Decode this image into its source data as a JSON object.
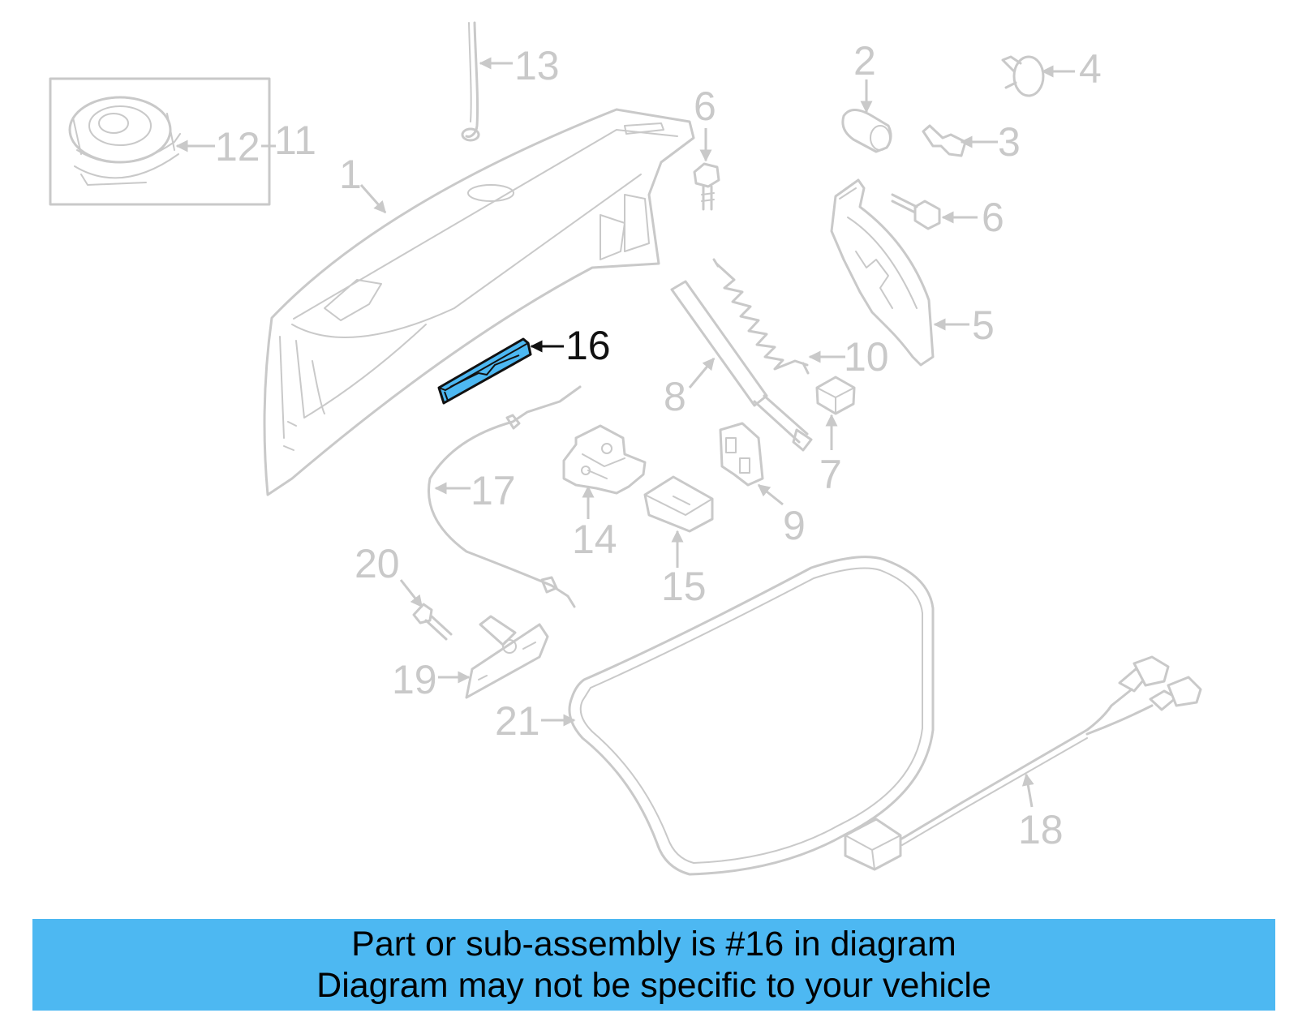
{
  "diagram": {
    "highlight_color": "#4db8f2",
    "part_color": "#c9c9c9",
    "callouts": {
      "c1": "1",
      "c2": "2",
      "c3": "3",
      "c4": "4",
      "c5": "5",
      "c6a": "6",
      "c6b": "6",
      "c7": "7",
      "c8": "8",
      "c9": "9",
      "c10": "10",
      "c11": "11",
      "c12": "12",
      "c13": "13",
      "c14": "14",
      "c15": "15",
      "c16": "16",
      "c17": "17",
      "c18": "18",
      "c19": "19",
      "c20": "20",
      "c21": "21"
    },
    "highlighted_part": "16"
  },
  "banner": {
    "line1": "Part or sub-assembly is #16 in diagram",
    "line2": "Diagram may not be specific to your vehicle"
  }
}
